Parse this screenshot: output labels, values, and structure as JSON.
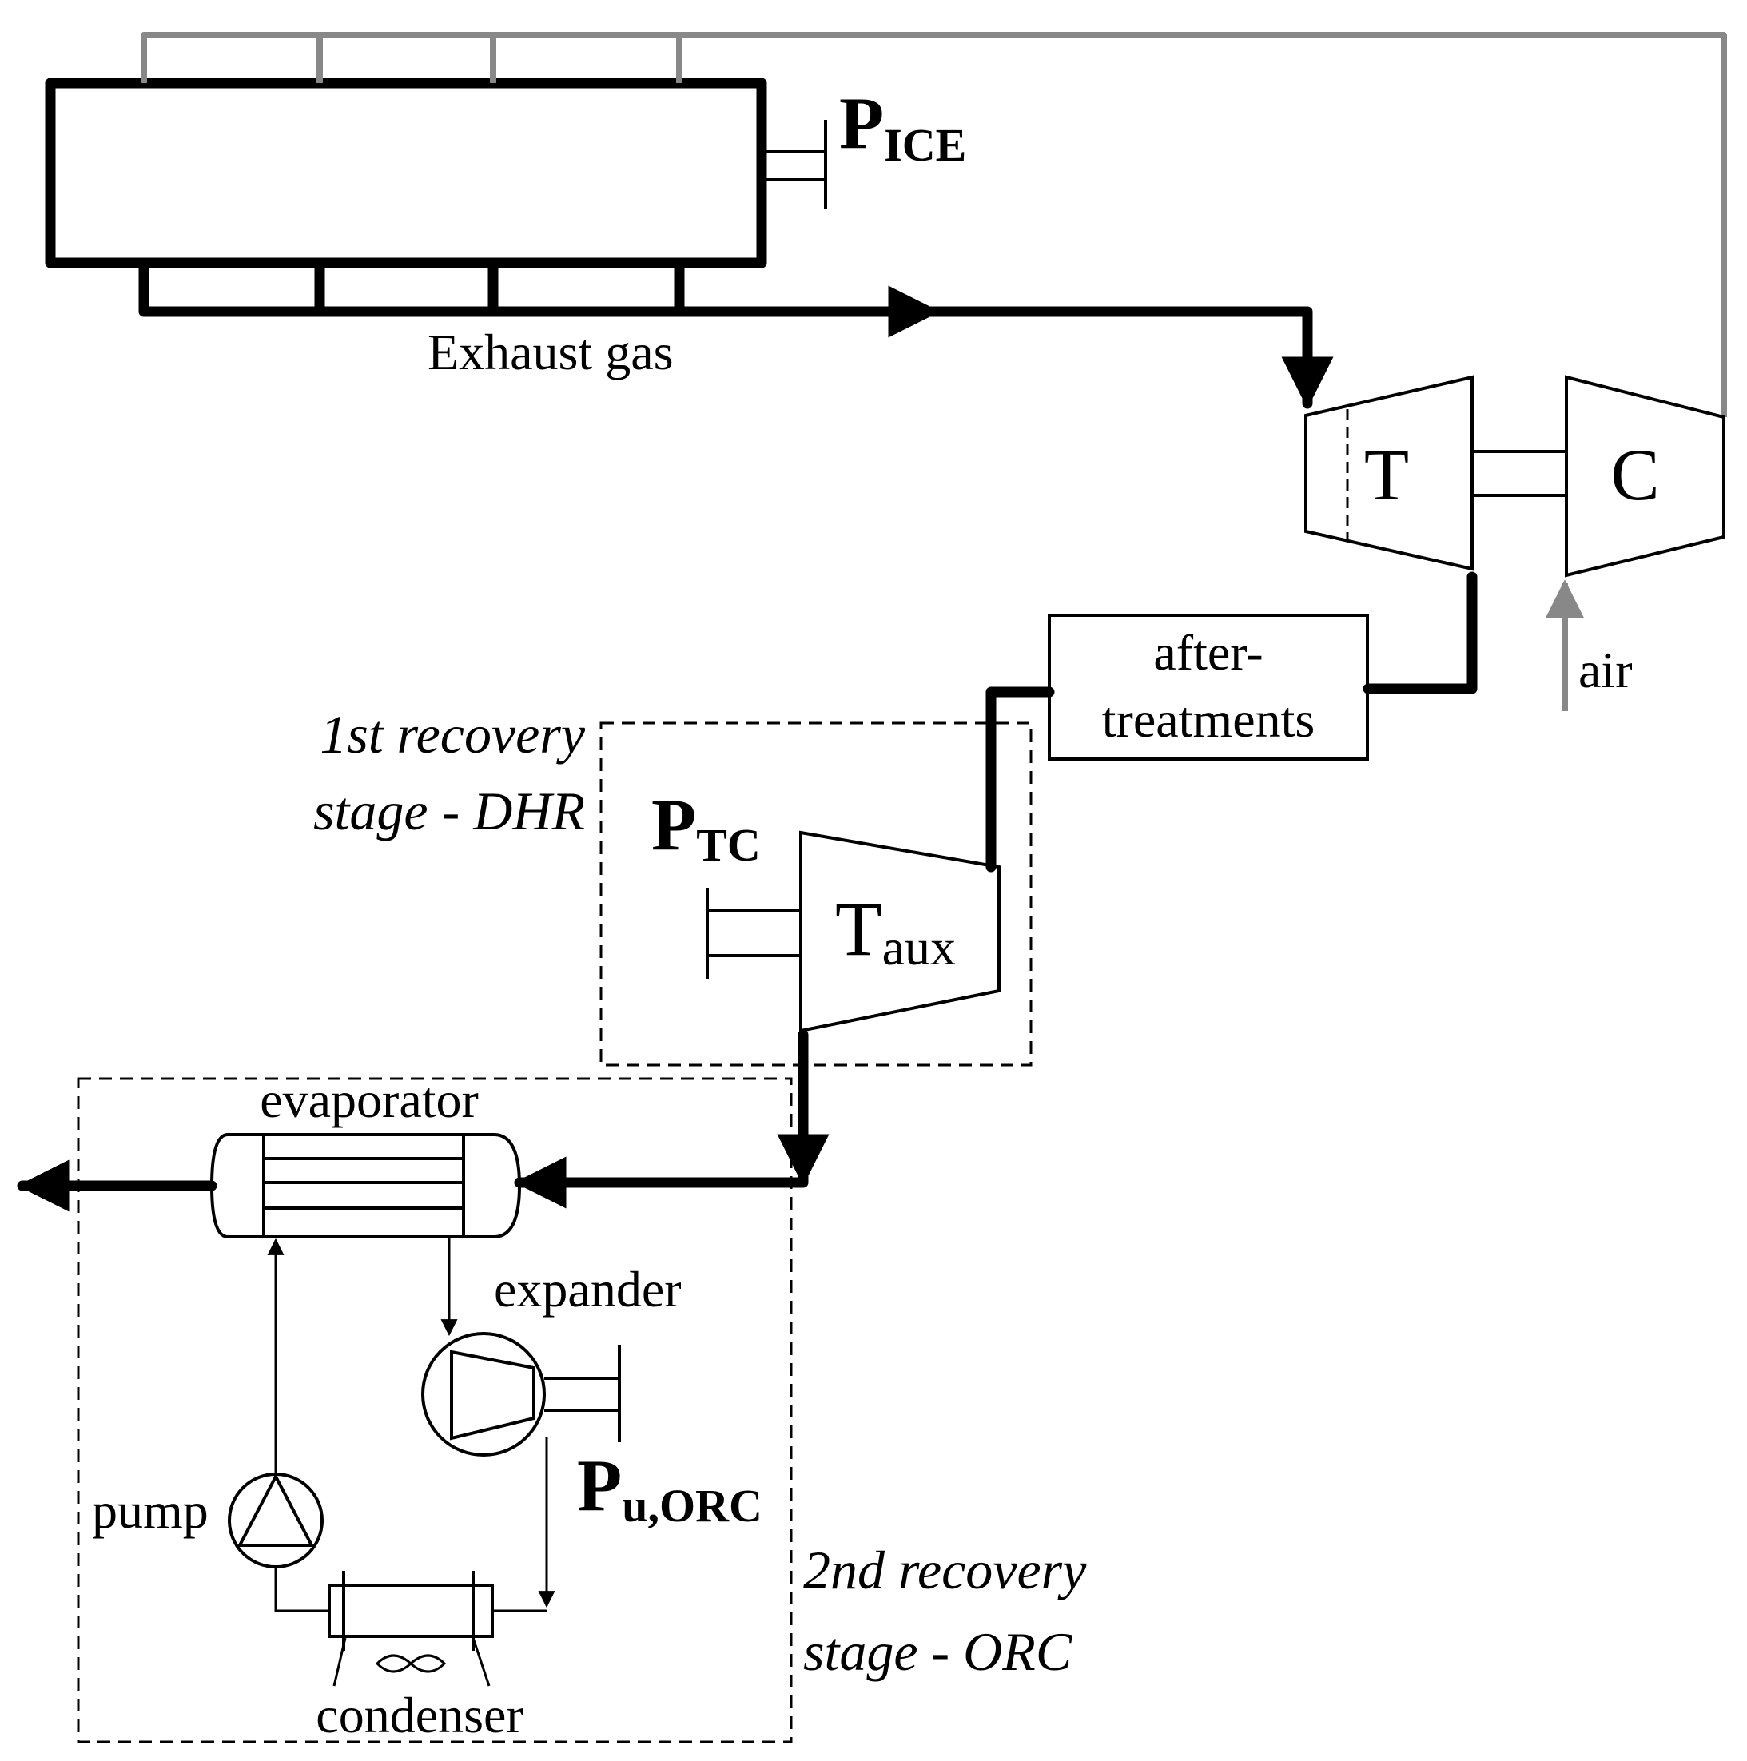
{
  "labels": {
    "p_ice_main": "P",
    "p_ice_sub": "ICE",
    "exhaust_gas": "Exhaust gas",
    "turbine": "T",
    "compressor": "C",
    "air": "air",
    "aftertreatment_line1": "after-",
    "aftertreatment_line2": "treatments",
    "stage1_line1": "1st recovery",
    "stage1_line2": "stage - DHR",
    "p_tc_main": "P",
    "p_tc_sub": "TC",
    "t_aux_main": "T",
    "t_aux_sub": "aux",
    "evaporator": "evaporator",
    "expander": "expander",
    "p_orc_main": "P",
    "p_orc_sub": "u,ORC",
    "pump": "pump",
    "condenser": "condenser",
    "stage2_line1": "2nd recovery",
    "stage2_line2": "stage - ORC"
  },
  "colors": {
    "line": "#000000",
    "air_line": "#888888",
    "background": "#ffffff"
  }
}
